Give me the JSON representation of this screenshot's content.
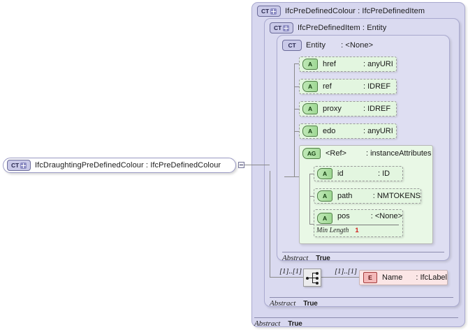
{
  "diagram": {
    "kind": "xsd-schema-diagram",
    "root_node": {
      "icon": "complextype-expand-icon",
      "label": "IfcDraughtingPreDefinedColour : IfcPreDefinedColour",
      "collapse_control": "collapse-minus-box"
    },
    "containers": [
      {
        "id": "outer",
        "icon": "complextype-expand-icon",
        "label": "IfcPreDefinedColour : IfcPreDefinedItem",
        "abstract_label": "Abstract",
        "abstract_value": "True"
      },
      {
        "id": "middle",
        "icon": "complextype-expand-icon",
        "label": "IfcPreDefinedItem : Entity",
        "abstract_label": "Abstract",
        "abstract_value": "True"
      },
      {
        "id": "inner",
        "icon": "complextype-icon",
        "label": "Entity",
        "type": ": <None>",
        "abstract_label": "Abstract",
        "abstract_value": "True"
      }
    ],
    "attributes": [
      {
        "icon": "attribute-icon",
        "name": "href",
        "type": ": anyURI"
      },
      {
        "icon": "attribute-icon",
        "name": "ref",
        "type": ": IDREF"
      },
      {
        "icon": "attribute-icon",
        "name": "proxy",
        "type": ": IDREF"
      },
      {
        "icon": "attribute-icon",
        "name": "edo",
        "type": ": anyURI"
      }
    ],
    "attribute_group": {
      "icon": "attribute-group-icon",
      "name": "<Ref>",
      "type": ": instanceAttributes",
      "attributes": [
        {
          "icon": "attribute-icon",
          "name": "id",
          "type": ": ID"
        },
        {
          "icon": "attribute-icon",
          "name": "path",
          "type": ": NMTOKENS"
        },
        {
          "icon": "attribute-icon",
          "name": "pos",
          "type": ": <None>",
          "facet_label": "Min Length",
          "facet_value": "1"
        }
      ]
    },
    "sequence": {
      "icon": "sequence-connector-icon",
      "cardinality_left": "[1]..[1]",
      "cardinality_right": "[1]..[1]"
    },
    "element": {
      "icon": "element-icon",
      "name": "Name",
      "type": ": IfcLabel"
    },
    "colors": {
      "container_fill": "#d7d7ef",
      "container_border": "#a9a9cf",
      "attribute_fill": "#e3f6e0",
      "attribute_group_fill": "#e9f8e6",
      "element_fill": "#fbe6e6",
      "facet_value": "#d02020"
    }
  }
}
